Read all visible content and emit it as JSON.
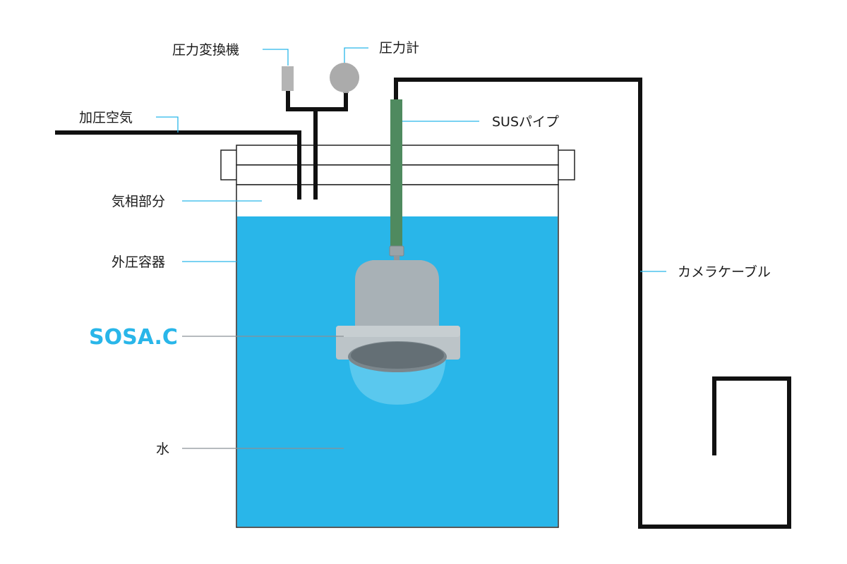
{
  "labels": {
    "pressure_transducer": "圧力変換機",
    "pressure_gauge": "圧力計",
    "pressurized_air": "加圧空気",
    "sus_pipe": "SUSパイプ",
    "gas_phase": "気相部分",
    "outer_vessel": "外圧容器",
    "device": "SOSA.C",
    "water": "水",
    "camera_cable": "カメラケーブル"
  },
  "colors": {
    "water": "#29b6e9",
    "pipe_green": "#4f8a5f",
    "camera_gray": "#a8b1b6",
    "camera_flange": "#bcc4c8",
    "camera_lens": "#6d787e",
    "dome": "#63cbef",
    "leader_blue": "#29b6e9",
    "leader_gray": "#8a9196",
    "accent_text": "#29b6e9",
    "line_black": "#111111"
  }
}
